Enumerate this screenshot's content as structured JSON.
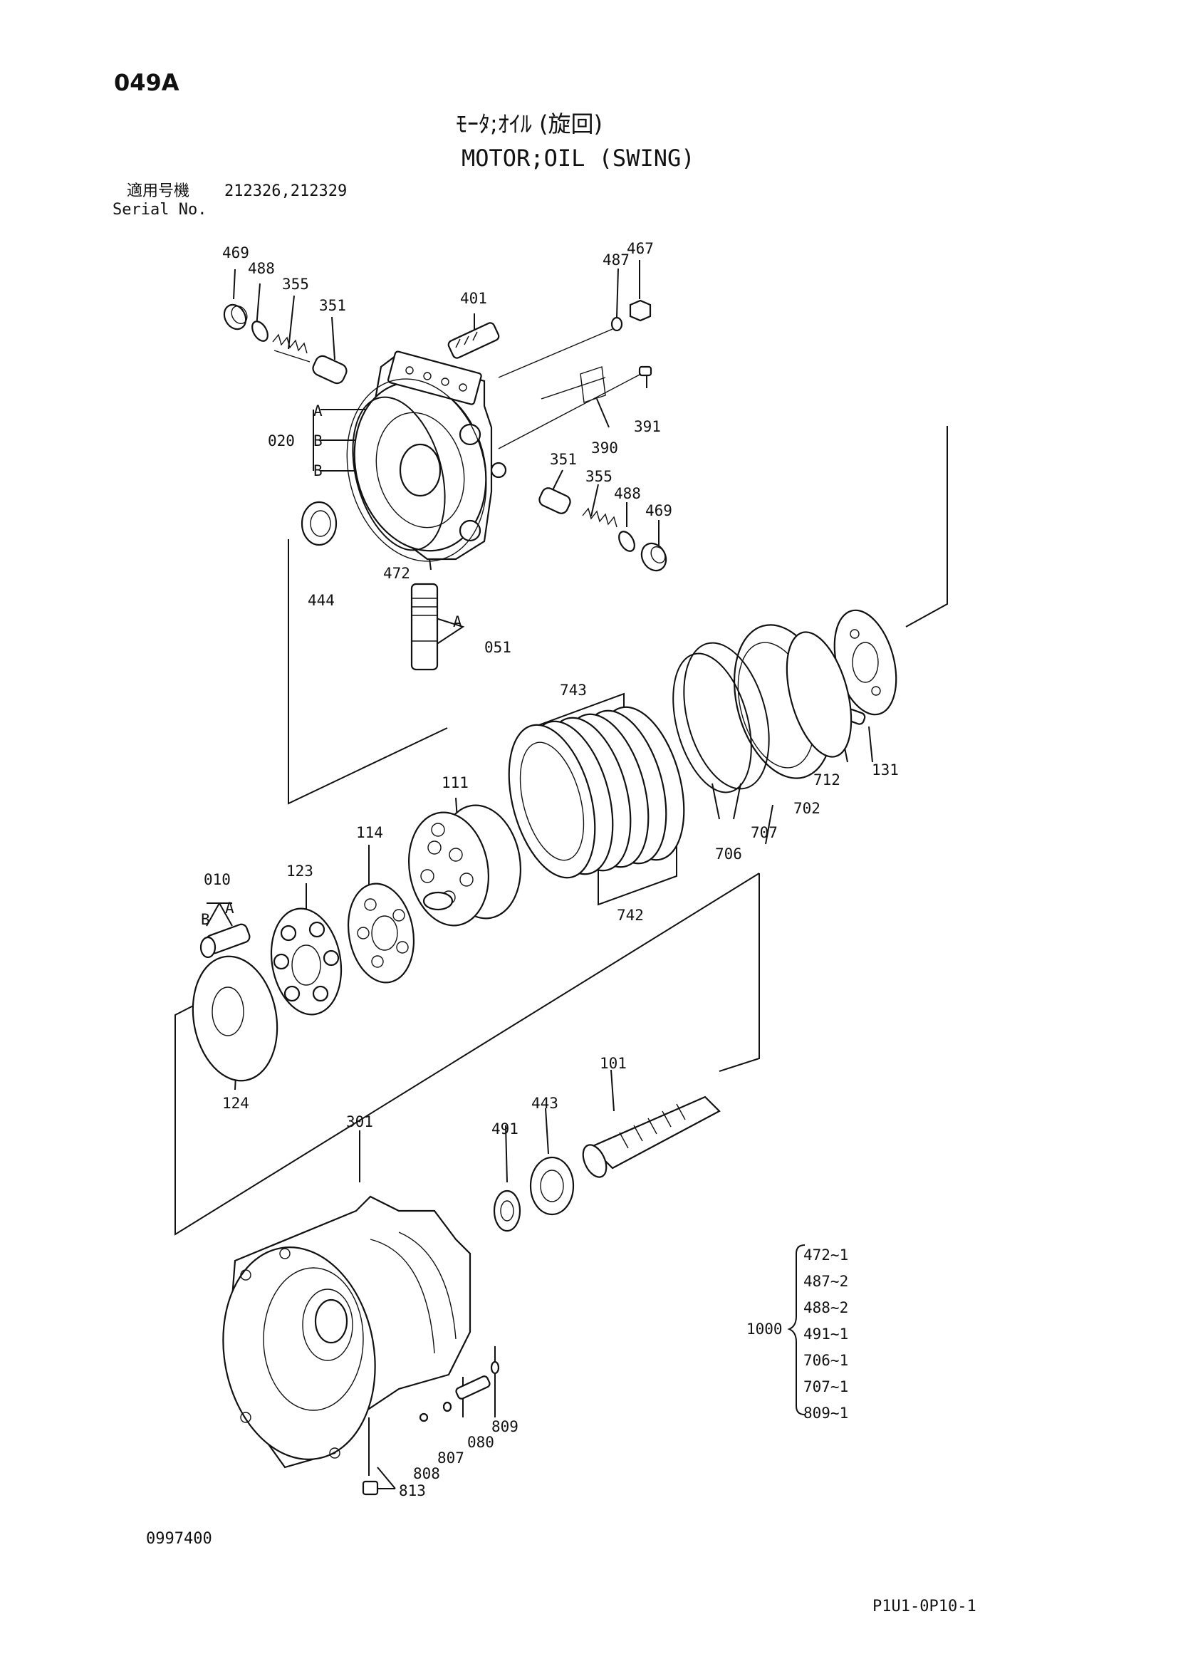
{
  "header": {
    "page_code": "049A",
    "title_jp": "ﾓｰﾀ;ｵｲﾙ (旋回)",
    "title_en": "MOTOR;OIL (SWING)",
    "serial_label_jp": "適用号機",
    "serial_values": "212326,212329",
    "serial_label_en": "Serial No."
  },
  "callouts": {
    "p469a": "469",
    "p488a": "488",
    "p355a": "355",
    "p351a": "351",
    "p401": "401",
    "p487": "487",
    "p467": "467",
    "p391": "391",
    "p390": "390",
    "p020": "020",
    "p020A": "A",
    "p020B1": "B",
    "p020B2": "B",
    "p351b": "351",
    "p355b": "355",
    "p488b": "488",
    "p469b": "469",
    "p472": "472",
    "p444": "444",
    "p051": "051",
    "p051A": "A",
    "p743": "743",
    "p111": "111",
    "p114": "114",
    "p123": "123",
    "p010": "010",
    "p010B": "B",
    "p010A": "A",
    "p712": "712",
    "p131": "131",
    "p702": "702",
    "p707": "707",
    "p706": "706",
    "p742": "742",
    "p124": "124",
    "p101": "101",
    "p443": "443",
    "p491": "491",
    "p301": "301",
    "p809": "809",
    "p080": "080",
    "p807": "807",
    "p808": "808",
    "p813": "813"
  },
  "kit": {
    "number": "1000",
    "items": [
      "472~1",
      "487~2",
      "488~2",
      "491~1",
      "706~1",
      "707~1",
      "809~1"
    ]
  },
  "footer": {
    "doc_number": "0997400",
    "page_ref": "P1U1-0P10-1"
  }
}
